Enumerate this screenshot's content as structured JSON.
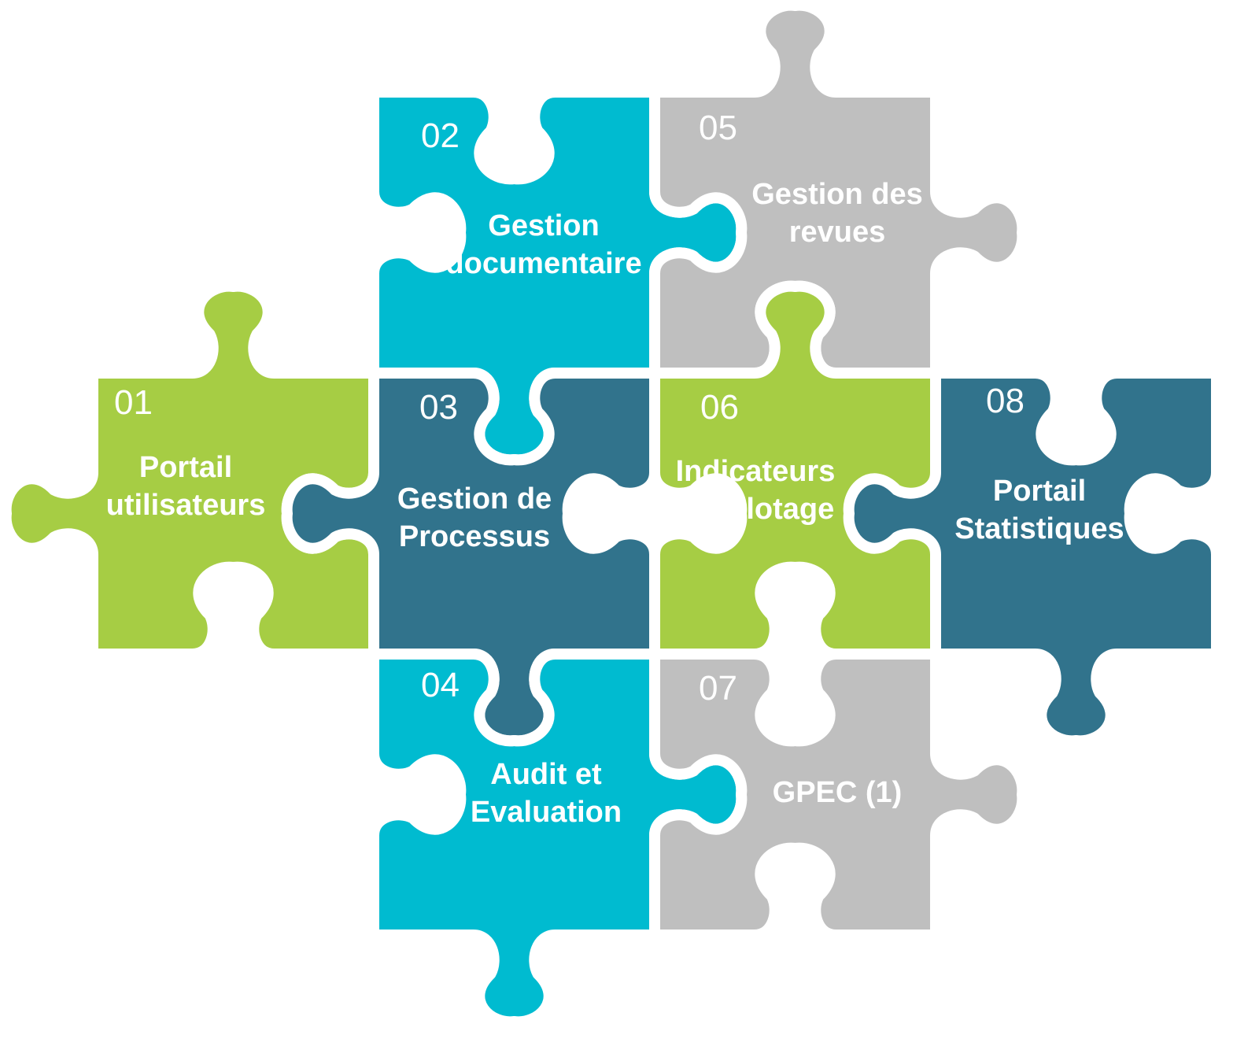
{
  "palette": {
    "green": "#a6cd44",
    "cyan": "#00bbd0",
    "petrol": "#31738c",
    "grey": "#bfbfbf"
  },
  "pieces": [
    {
      "id": "01",
      "number": "01",
      "label": [
        "Portail",
        "utilisateurs"
      ],
      "color": "green"
    },
    {
      "id": "02",
      "number": "02",
      "label": [
        "Gestion",
        "documentaire"
      ],
      "color": "cyan"
    },
    {
      "id": "03",
      "number": "03",
      "label": [
        "Gestion de",
        "Processus"
      ],
      "color": "petrol"
    },
    {
      "id": "04",
      "number": "04",
      "label": [
        "Audit et",
        "Evaluation"
      ],
      "color": "cyan"
    },
    {
      "id": "05",
      "number": "05",
      "label": [
        "Gestion des",
        "revues"
      ],
      "color": "grey"
    },
    {
      "id": "06",
      "number": "06",
      "label": [
        "Indicateurs",
        "de pilotage"
      ],
      "color": "green"
    },
    {
      "id": "07",
      "number": "07",
      "label": [
        "GPEC (1)"
      ],
      "color": "grey"
    },
    {
      "id": "08",
      "number": "08",
      "label": [
        "Portail",
        "Statistiques"
      ],
      "color": "petrol"
    }
  ]
}
